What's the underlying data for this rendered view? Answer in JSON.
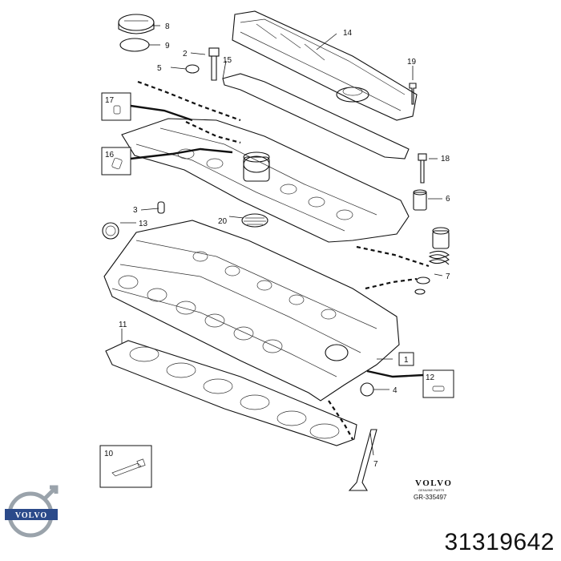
{
  "callouts": {
    "c1": "1",
    "c2": "2",
    "c3": "3",
    "c4": "4",
    "c5": "5",
    "c6": "6",
    "c7a": "7",
    "c7b": "7",
    "c8": "8",
    "c9": "9",
    "c10": "10",
    "c11": "11",
    "c12": "12",
    "c13": "13",
    "c14": "14",
    "c15": "15",
    "c16": "16",
    "c17": "17",
    "c18": "18",
    "c19": "19",
    "c20": "20"
  },
  "brand": {
    "wordmark": "VOLVO",
    "subline": "GENUINE PARTS",
    "ref": "GR-335497",
    "badge_text": "VOLVO"
  },
  "part_number": "31319642",
  "colors": {
    "ink": "#111111",
    "badge_silver": "#9aa3ab",
    "badge_blue": "#2b4a8a"
  }
}
